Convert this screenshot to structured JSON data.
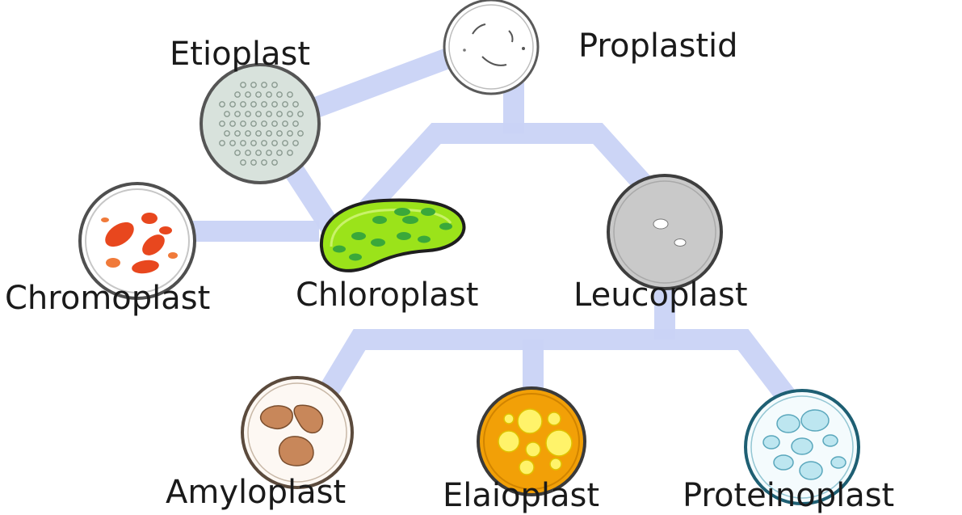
{
  "title": "",
  "nodes": {
    "proplastid": {
      "label": "Proplastid"
    },
    "etioplast": {
      "label": "Etioplast"
    },
    "chromoplast": {
      "label": "Chromoplast"
    },
    "chloroplast": {
      "label": "Chloroplast"
    },
    "leucoplast": {
      "label": "Leucoplast"
    },
    "amyloplast": {
      "label": "Amyloplast"
    },
    "elaioplast": {
      "label": "Elaioplast"
    },
    "proteinoplast": {
      "label": "Proteinoplast"
    }
  },
  "colors": {
    "connector": "#c9d3f5",
    "chloroplast_fill": "#9be31a",
    "chloroplast_thylakoid": "#3aa83a",
    "chromoplast_pigment": "#e8471e",
    "amyloplast_starch": "#c8875a",
    "elaioplast_fill": "#f2a007",
    "elaioplast_droplet": "#fff36a",
    "proteinoplast_body": "#bde6f0",
    "leucoplast_fill": "#c9c9c9",
    "etioplast_fill": "#d8e2dc"
  }
}
